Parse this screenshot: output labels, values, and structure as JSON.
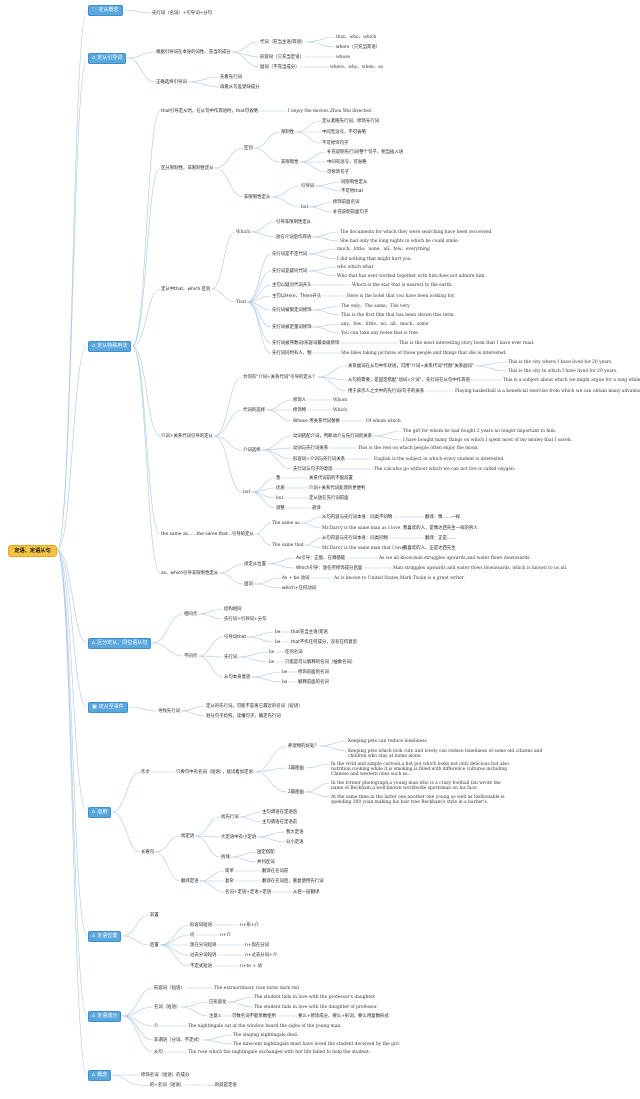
{
  "root": {
    "label": "定语、定语从句"
  },
  "branches": [
    {
      "id": "b1",
      "label": "定从概念",
      "icon": "heart-icon"
    },
    {
      "id": "b2",
      "label": "定从引导词",
      "icon": "home-icon"
    },
    {
      "id": "b3",
      "label": "定从特殊用法",
      "icon": "home-icon"
    },
    {
      "id": "b4",
      "label": "区分定从、同位语从句",
      "icon": "home-icon"
    },
    {
      "id": "b5",
      "label": "定从至事件",
      "icon": "square-icon"
    },
    {
      "id": "b6",
      "label": "运用",
      "icon": "home-icon"
    },
    {
      "id": "b7",
      "label": "定语位置",
      "icon": "home-icon"
    },
    {
      "id": "b8",
      "label": "定语成分",
      "icon": "home-icon"
    },
    {
      "id": "b9",
      "label": "概念",
      "icon": "home-icon"
    }
  ],
  "nodes": [
    {
      "id": "n1",
      "t": "先行词（名词）+引导词+分句"
    },
    {
      "id": "n2",
      "t": "根据引导词在本身的词性、充当的成分"
    },
    {
      "id": "n3",
      "t": "代词（充当主语/宾语）"
    },
    {
      "id": "n4",
      "t": "that、who、which"
    },
    {
      "id": "n5",
      "t": "whom（只充当宾语）"
    },
    {
      "id": "n6",
      "t": "形容词（只充当定语）"
    },
    {
      "id": "n7",
      "t": "whose"
    },
    {
      "id": "n8",
      "t": "副词（不充当成分）"
    },
    {
      "id": "n9",
      "t": "where、why、when、as"
    },
    {
      "id": "n10",
      "t": "正确选择引导词"
    },
    {
      "id": "n11",
      "t": "先看先行词"
    },
    {
      "id": "n12",
      "t": "再看从句差受缺成分"
    },
    {
      "id": "n13",
      "t": "that引导定从时，在从句中作宾语时，that可省略"
    },
    {
      "id": "n14",
      "t": "I enjoy the movies Zhou Wei directed."
    },
    {
      "id": "n15",
      "t": "区分限制性、非限制性定从"
    },
    {
      "id": "n16",
      "t": "区别"
    },
    {
      "id": "n17",
      "t": "限制性"
    },
    {
      "id": "n18",
      "t": "定从紧随先行词，修饰先行词"
    },
    {
      "id": "n19",
      "t": "中间无逗号，不可省略"
    },
    {
      "id": "n20",
      "t": "不可修饰句子"
    },
    {
      "id": "n21",
      "t": "非限制性"
    },
    {
      "id": "n22",
      "t": "补充说明先行词/整个句子，相当插入语"
    },
    {
      "id": "n23",
      "t": "中间有逗号，可省略"
    },
    {
      "id": "n24",
      "t": "可修饰句子"
    },
    {
      "id": "n25",
      "t": "非限制性定从"
    },
    {
      "id": "n26",
      "t": "引导词"
    },
    {
      "id": "n27",
      "t": "同限制性定从"
    },
    {
      "id": "n28",
      "t": "不可用that"
    },
    {
      "id": "n29",
      "t": "but"
    },
    {
      "id": "n30",
      "t": "修饰前面名词"
    },
    {
      "id": "n31",
      "t": "补充说明前面句子"
    },
    {
      "id": "n32",
      "t": "定从中that、which 区别"
    },
    {
      "id": "n33",
      "t": "Which"
    },
    {
      "id": "n34",
      "t": "引导非限制性定从"
    },
    {
      "id": "n35",
      "t": "放在介词后作宾语"
    },
    {
      "id": "n36",
      "t": "The documents for which they were searching have been recovered."
    },
    {
      "id": "n37",
      "t": "She had only the long nights in which he could smile."
    },
    {
      "id": "n38",
      "t": "That"
    },
    {
      "id": "n39",
      "t": "先行词是不定代词"
    },
    {
      "id": "n40",
      "t": "much、little、none、all、few、everything"
    },
    {
      "id": "n41",
      "t": "I did nothing that might hurt you."
    },
    {
      "id": "n42",
      "t": "先行词是疑问代词"
    },
    {
      "id": "n43",
      "t": "who which what"
    },
    {
      "id": "n44",
      "t": "Who that has ever worked together with him does not admire him."
    },
    {
      "id": "n45",
      "t": "主句以疑问代词开头"
    },
    {
      "id": "n46",
      "t": "Which is the star that is nearest to the earth."
    },
    {
      "id": "n47",
      "t": "主句以Here、There开头"
    },
    {
      "id": "n48",
      "t": "Here is the hotel that you have been looking for."
    },
    {
      "id": "n49",
      "t": "先行词被限定词修饰"
    },
    {
      "id": "n50",
      "t": "The only、The same、The very"
    },
    {
      "id": "n51",
      "t": "This is the first film that has been shown this term."
    },
    {
      "id": "n52",
      "t": "先行词被定量词修饰"
    },
    {
      "id": "n53",
      "t": "any、few、little、no、all、much、some"
    },
    {
      "id": "n54",
      "t": "You can take any notes that is free."
    },
    {
      "id": "n55",
      "t": "先行词被序数词/形容词最高级修饰"
    },
    {
      "id": "n56",
      "t": "This is the most interesting story book that I have ever read."
    },
    {
      "id": "n57",
      "t": "先行词同时有人、物"
    },
    {
      "id": "n58",
      "t": "She likes taking pictures of those people and things that she is interested."
    },
    {
      "id": "n59",
      "t": "介词+关系代词引导的定从"
    },
    {
      "id": "n60",
      "t": "为何有\"介词+关系代词\"引导的定从？"
    },
    {
      "id": "n61",
      "t": "关系副词在从句中作状语，可用\"介词+关系代词\"代替\"关系副词\""
    },
    {
      "id": "n62",
      "t": "This is the city where I have lived for 20 years."
    },
    {
      "id": "n63",
      "t": "This is the city in which I have lived for 20 years."
    },
    {
      "id": "n64",
      "t": "从句的需要，是固定搭配\"动词+介词\"，先行词在从句中作宾语"
    },
    {
      "id": "n65",
      "t": "This is a subject about which we might argue for a long while."
    },
    {
      "id": "n66",
      "t": "用于表示人之文中的先行词/句子的关系"
    },
    {
      "id": "n67",
      "t": "Playing basketball is a beneficial exercise from which we can obtain many advantage."
    },
    {
      "id": "n68",
      "t": "代词的选择"
    },
    {
      "id": "n69",
      "t": "修饰人"
    },
    {
      "id": "n70",
      "t": "Whom"
    },
    {
      "id": "n71",
      "t": "修饰物"
    },
    {
      "id": "n72",
      "t": "Which"
    },
    {
      "id": "n73",
      "t": "Whose 用关系代词替换"
    },
    {
      "id": "n74",
      "t": "Of whom which"
    },
    {
      "id": "n75",
      "t": "介词选择"
    },
    {
      "id": "n76",
      "t": "动词搭配介词，判断动介与先行词的关系"
    },
    {
      "id": "n77",
      "t": "The girl for whom he had fought 2 years no longer important to him."
    },
    {
      "id": "n78",
      "t": "I have bought many things on which I spent most of my money that I saved."
    },
    {
      "id": "n79",
      "t": "动词与先行词关系"
    },
    {
      "id": "n80",
      "t": "This is the reel on which people often enjoy the moon."
    },
    {
      "id": "n81",
      "t": "形容词+介词与先行词关系"
    },
    {
      "id": "n82",
      "t": "English is the subject in which every student is interested."
    },
    {
      "id": "n83",
      "t": "先行词与句子的意思"
    },
    {
      "id": "n84",
      "t": "The calculus go without which we can not live is called oxygen."
    },
    {
      "id": "n85",
      "t": "but"
    },
    {
      "id": "n86",
      "t": "我"
    },
    {
      "id": "n87",
      "t": "关系代词前的不能前置"
    },
    {
      "id": "n88",
      "t": "优质"
    },
    {
      "id": "n89",
      "t": "介词+关系代词处理的更便利"
    },
    {
      "id": "n90",
      "t": "but"
    },
    {
      "id": "n91",
      "t": "定从放在先行词前面"
    },
    {
      "id": "n92",
      "t": "调整"
    },
    {
      "id": "n93",
      "t": "避译"
    },
    {
      "id": "n94",
      "t": "the same as……the same that…引导的定从"
    },
    {
      "id": "n95",
      "t": "The same as"
    },
    {
      "id": "n96",
      "t": "从句内容与先行词本身：同类不同物"
    },
    {
      "id": "n97",
      "t": "翻译：像……一样"
    },
    {
      "id": "n98",
      "t": "Mr.Darcy is the same man as I love."
    },
    {
      "id": "n99",
      "t": "我喜欢的人，是像达西先生一样的男人"
    },
    {
      "id": "n100",
      "t": "The same that"
    },
    {
      "id": "n101",
      "t": "从句内容与先行词本身：同类同物"
    },
    {
      "id": "n102",
      "t": "翻译：正是……"
    },
    {
      "id": "n103",
      "t": "Mr.Darcy is the same man that I love."
    },
    {
      "id": "n104",
      "t": "我喜欢的人，正是达西先生"
    },
    {
      "id": "n105",
      "t": "as、which引导非限制性定从"
    },
    {
      "id": "n106",
      "t": "闭定从位置"
    },
    {
      "id": "n107",
      "t": "As引导：正能、在哪都能"
    },
    {
      "id": "n108",
      "t": "As we all know,man struggles upwards,and water flows downwards."
    },
    {
      "id": "n109",
      "t": "Which引导：放在所修饰成分后面"
    },
    {
      "id": "n110",
      "t": "Man struggles upwards and water flows downwards, which is known to us all."
    },
    {
      "id": "n111",
      "t": "固词"
    },
    {
      "id": "n112",
      "t": "As + be 动词"
    },
    {
      "id": "n113",
      "t": "As is known to United States,Mark Twain is a great writer."
    },
    {
      "id": "n114",
      "t": "which+任何动词"
    },
    {
      "id": "n115",
      "t": "相同点"
    },
    {
      "id": "n116",
      "t": "结构相同"
    },
    {
      "id": "n117",
      "t": "先行词+引导词+分句"
    },
    {
      "id": "n118",
      "t": "不同点"
    },
    {
      "id": "n119",
      "t": "引导词that"
    },
    {
      "id": "n120",
      "t": "be"
    },
    {
      "id": "n121",
      "t": "that充当主语/宾语"
    },
    {
      "id": "n122",
      "t": "be"
    },
    {
      "id": "n123",
      "t": "that不作任何成分，没有任何意思"
    },
    {
      "id": "n124",
      "t": "先行词"
    },
    {
      "id": "n125",
      "t": "be"
    },
    {
      "id": "n126",
      "t": "任何名词"
    },
    {
      "id": "n127",
      "t": "be"
    },
    {
      "id": "n128",
      "t": "只能是可以解释的名词（抽象名词）"
    },
    {
      "id": "n129",
      "t": "从句本身意思"
    },
    {
      "id": "n130",
      "t": "be"
    },
    {
      "id": "n131",
      "t": "修饰前面的名词"
    },
    {
      "id": "n132",
      "t": "be"
    },
    {
      "id": "n133",
      "t": "解释前面的名词"
    },
    {
      "id": "n134",
      "t": "寻找先行词"
    },
    {
      "id": "n135",
      "t": "定从的先行词，可能不是离它最近的名词（短语）"
    },
    {
      "id": "n136",
      "t": "划分句子结构、读懂句子，确定先行词"
    },
    {
      "id": "n137",
      "t": "作文"
    },
    {
      "id": "n138",
      "t": "只要句中有名词（短语），就试着加定语"
    },
    {
      "id": "n139",
      "t": "养宠物的好处？"
    },
    {
      "id": "n140",
      "t": "Keeping pets can reduce loneliness"
    },
    {
      "id": "n141",
      "t": "Keeping pets which look cute and lovely can reduce loneliness of some old citizens and children who stay at home alone."
    },
    {
      "id": "n142",
      "t": "1篇图画"
    },
    {
      "id": "n143",
      "t": "In the vivid and simple cartoon,a hot pot which looks not only delicious but also nutrition,cooking while it is smoking,is filled with difference cultures including Chinese and western ones such as..."
    },
    {
      "id": "n144",
      "t": "2篇图画"
    },
    {
      "id": "n145",
      "t": "In the former photograph,a young man who is a crazy football fan wrote the name of Beckham,a well-known worldwide sportsman on his face."
    },
    {
      "id": "n146",
      "t": "At the same time,in the latter one,another one young as well as fashionable is spending 300 yuan making his hair tree Beckham's style in a barber's."
    },
    {
      "id": "n147",
      "t": "长难句"
    },
    {
      "id": "n148",
      "t": "找定语"
    },
    {
      "id": "n149",
      "t": "找先行词"
    },
    {
      "id": "n150",
      "t": "主句谓语在定语后"
    },
    {
      "id": "n151",
      "t": "主句谓语在定语前"
    },
    {
      "id": "n152",
      "t": "大定语中有小定语"
    },
    {
      "id": "n153",
      "t": "我大定语"
    },
    {
      "id": "n154",
      "t": "分小定语"
    },
    {
      "id": "n155",
      "t": "拆线"
    },
    {
      "id": "n156",
      "t": "固定搭配"
    },
    {
      "id": "n157",
      "t": "并列连词"
    },
    {
      "id": "n158",
      "t": "翻译定语"
    },
    {
      "id": "n159",
      "t": "简单"
    },
    {
      "id": "n160",
      "t": "翻译在名词前"
    },
    {
      "id": "n161",
      "t": "复杂"
    },
    {
      "id": "n162",
      "t": "翻译在名词后，重复使用先行词"
    },
    {
      "id": "n163",
      "t": "名词+定语+定语+定语"
    },
    {
      "id": "n164",
      "t": "从后一层翻译"
    },
    {
      "id": "n165",
      "t": "前置"
    },
    {
      "id": "n166",
      "t": "后置"
    },
    {
      "id": "n167",
      "t": "形容词短语"
    },
    {
      "id": "n168",
      "t": "n+形+介"
    },
    {
      "id": "n169",
      "t": "问"
    },
    {
      "id": "n170",
      "t": "n+介"
    },
    {
      "id": "n171",
      "t": "现在分词短语"
    },
    {
      "id": "n172",
      "t": "n+现在分词"
    },
    {
      "id": "n173",
      "t": "过去分词短语"
    },
    {
      "id": "n174",
      "t": "n+过去分词+介"
    },
    {
      "id": "n175",
      "t": "不定式短语"
    },
    {
      "id": "n176",
      "t": "n+to + 动"
    },
    {
      "id": "n177",
      "t": "形容词（短语）"
    },
    {
      "id": "n178",
      "t": "The extraordinary rose turns dark red"
    },
    {
      "id": "n179",
      "t": "名词（短语）"
    },
    {
      "id": "n180",
      "t": "已形容化"
    },
    {
      "id": "n181",
      "t": "The student falls in love with the professor's daughter."
    },
    {
      "id": "n182",
      "t": "The student falls in love with the daughter of professor."
    },
    {
      "id": "n183",
      "t": "注意⚠"
    },
    {
      "id": "n184",
      "t": "可数名词不能单数使用"
    },
    {
      "id": "n185",
      "t": "要么+修饰成分、要么+形词、要么用复数形式"
    },
    {
      "id": "n186",
      "t": "介"
    },
    {
      "id": "n187",
      "t": "The nightingale sat at the window heard the sighs of the young man."
    },
    {
      "id": "n188",
      "t": "非谓语（分词、不定式）"
    },
    {
      "id": "n189",
      "t": "The singing nightingale died."
    },
    {
      "id": "n190",
      "t": "The innocent nightingale must have loved the student deceived by the girl."
    },
    {
      "id": "n191",
      "t": "从句"
    },
    {
      "id": "n192",
      "t": "The rose which the nightingale exchanged with her life failed to help the student."
    },
    {
      "id": "n193",
      "t": "修饰名词（短语）的成分"
    },
    {
      "id": "n194",
      "t": "……的+名词（短语）"
    },
    {
      "id": "n195",
      "t": "……的就是定语"
    }
  ]
}
